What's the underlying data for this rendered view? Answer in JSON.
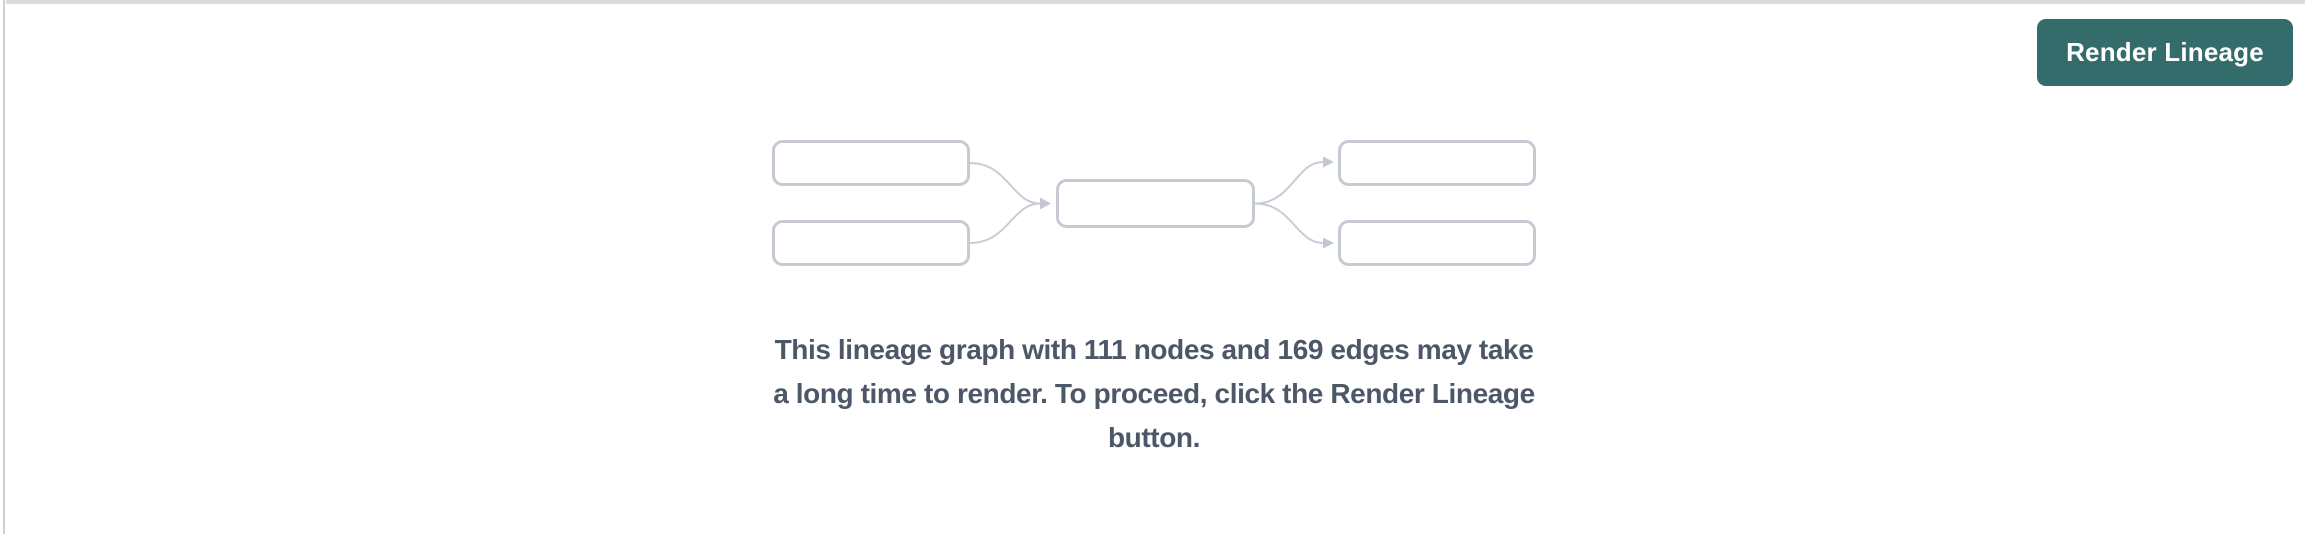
{
  "panel": {
    "divider_color": "#dcdcdf",
    "border_color": "#d0d0d4",
    "background_color": "#ffffff"
  },
  "toolbar": {
    "render_button_label": "Render Lineage",
    "render_button_bg": "#346c6c",
    "render_button_text_color": "#ffffff"
  },
  "placeholder_graphic": {
    "node_boxes": 5,
    "edge_curves": 4,
    "arrowheads": 3,
    "box_stroke_color": "#c5cad3",
    "edge_stroke_color": "#c8ccd4"
  },
  "message": {
    "node_count": "111",
    "edge_count": "169",
    "full_text": "This lineage graph with 111 nodes and 169 edges may take a long time to render. To proceed, click the Render Lineage button.",
    "lines": [
      "This lineage graph with 111 nodes and 169 edges may take",
      "a long time to render. To proceed, click the Render Lineage",
      "button."
    ],
    "text_color": "#4c5767"
  }
}
